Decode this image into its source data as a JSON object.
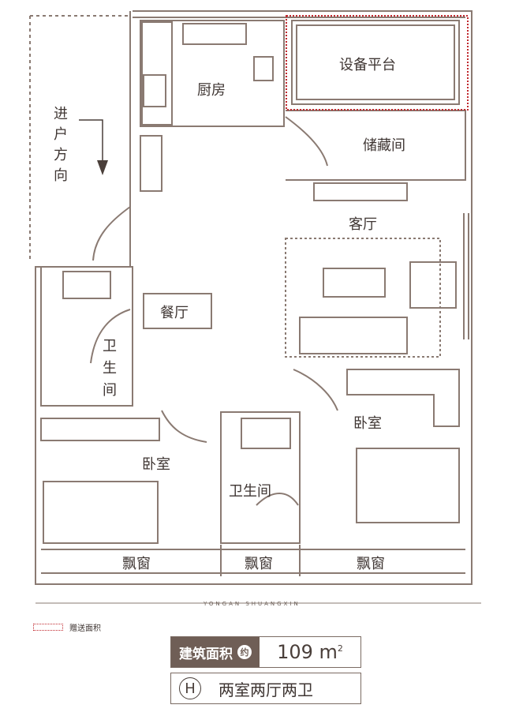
{
  "rooms": {
    "equipment_platform": "设备平台",
    "kitchen": "厨房",
    "storage": "储藏间",
    "living": "客厅",
    "dining": "餐厅",
    "bath1": [
      "卫",
      "生",
      "间"
    ],
    "bedroom_left": "卧室",
    "bath2": "卫生间",
    "bedroom_right": "卧室",
    "bay_left": "飘窗",
    "bay_mid": "飘窗",
    "bay_right": "飘窗"
  },
  "entry_label": [
    "进",
    "户",
    "方",
    "向"
  ],
  "brand_strip": "YONGAN SHUANGXIN",
  "legend": {
    "label": "赠送面积",
    "color": "#c0282e"
  },
  "info": {
    "area_label": "建筑面积",
    "approx": "约",
    "area_value": "109",
    "area_unit": "m",
    "area_exp": "2",
    "type_letter": "H",
    "type_name": "两室两厅两卫"
  },
  "colors": {
    "wall": "#8a7a72",
    "accent": "#6f5e56",
    "gift": "#c0282e"
  }
}
